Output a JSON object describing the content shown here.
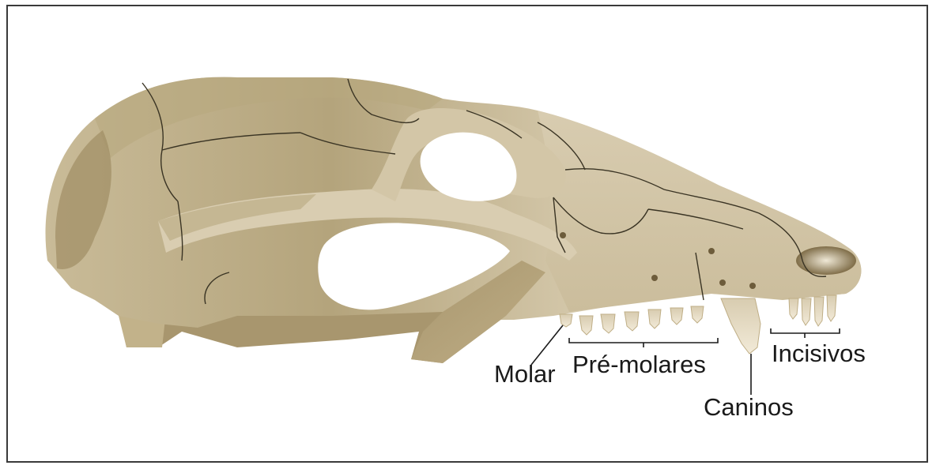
{
  "diagram": {
    "colors": {
      "bone": "#d8ccb0",
      "bone_shadow": "#a8966e",
      "bone_dark": "#8f7c52",
      "bone_light": "#e8dfc8",
      "suture": "#3a3424",
      "label_line": "#1a1a1a",
      "border": "#3a3a3a"
    },
    "labels": {
      "molar": "Molar",
      "premolares": "Pré-molares",
      "caninos": "Caninos",
      "incisivos": "Incisivos"
    }
  }
}
